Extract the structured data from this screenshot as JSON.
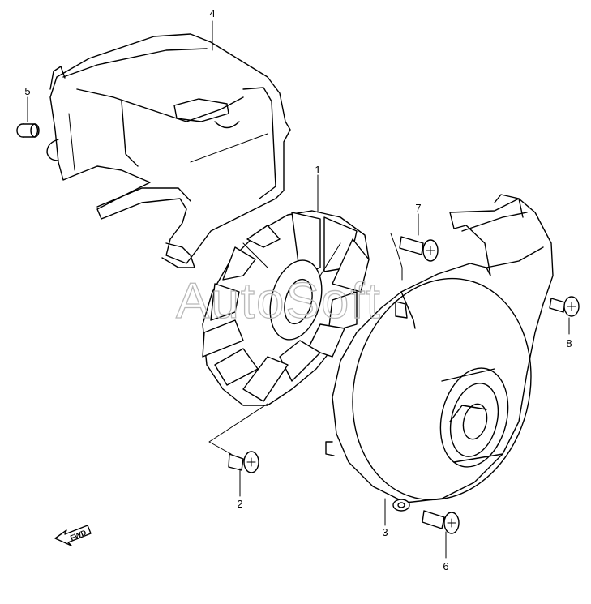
{
  "watermark": "AutoSoft",
  "direction_label": "FWD",
  "callouts": {
    "c1": "1",
    "c2": "2",
    "c3": "3",
    "c4": "4",
    "c5": "5",
    "c6": "6",
    "c7": "7",
    "c8": "8"
  }
}
